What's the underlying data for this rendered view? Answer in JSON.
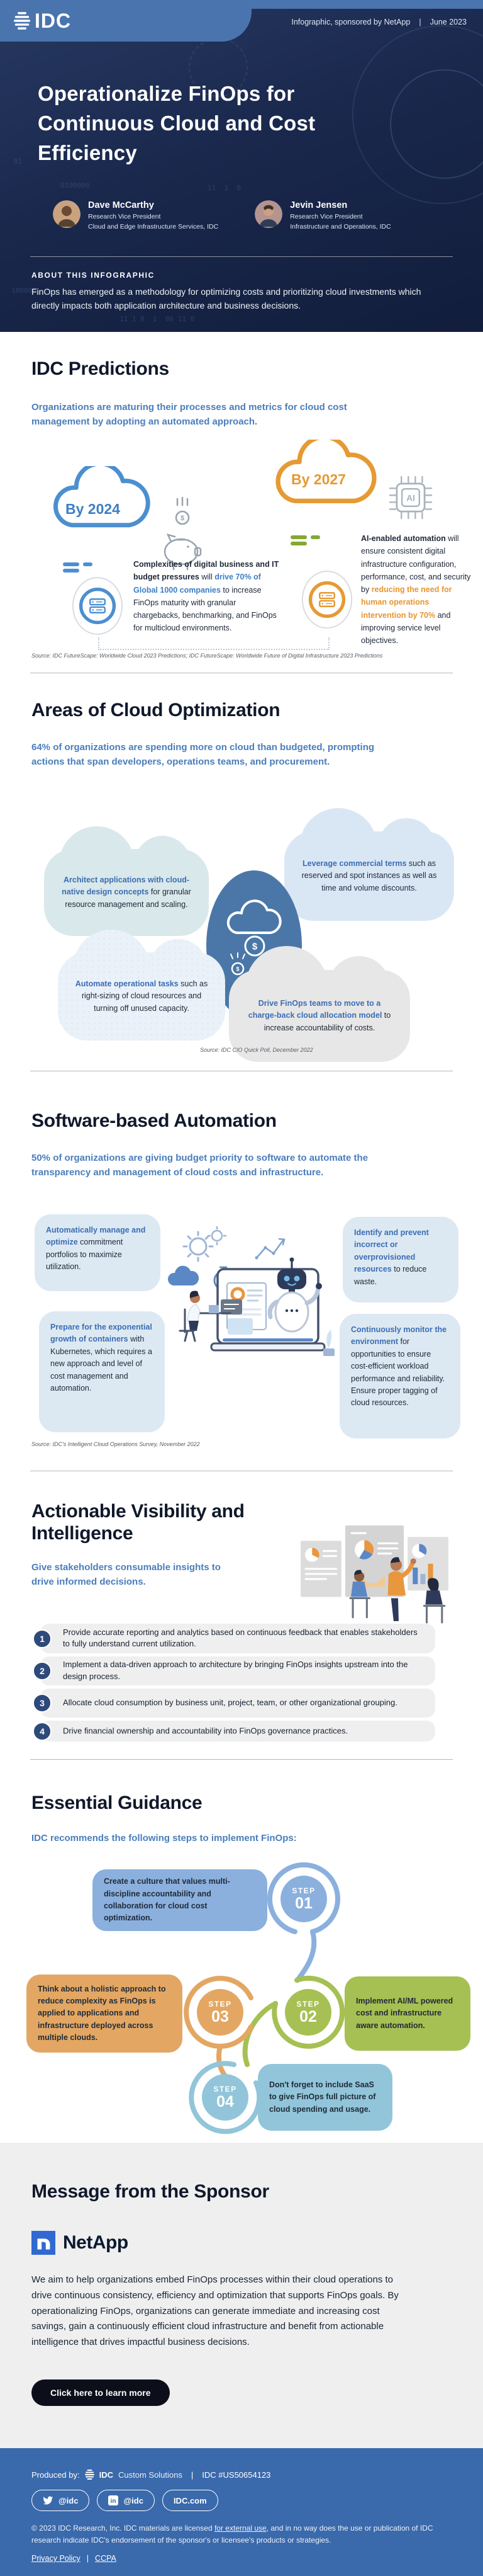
{
  "header": {
    "brand": "IDC",
    "meta": "Infographic, sponsored by NetApp",
    "sep": "|",
    "date": "June 2023"
  },
  "hero": {
    "title": "Operationalize FinOps for Continuous Cloud and Cost Efficiency",
    "authors": [
      {
        "name": "Dave McCarthy",
        "role1": "Research Vice President",
        "role2": "Cloud and Edge Infrastructure Services, IDC"
      },
      {
        "name": "Jevin Jensen",
        "role1": "Research Vice President",
        "role2": "Infrastructure and Operations, IDC"
      }
    ],
    "about_label": "ABOUT THIS INFOGRAPHIC",
    "about_text": "FinOps has emerged as a methodology for optimizing costs and prioritizing cloud investments which directly impacts both application architecture and business decisions."
  },
  "predictions": {
    "heading": "IDC Predictions",
    "subtitle": "Organizations are maturing their processes and metrics for cloud cost management by adopting an automated approach.",
    "chip_label": "AI",
    "by2024": {
      "label": "By 2024",
      "seg_bold": "Complexities of digital business and IT budget pressures",
      "seg_mid": " will ",
      "seg_blue": "drive 70% of Global 1000 companies",
      "seg_end": " to increase FinOps maturity with granular chargebacks, benchmarking, and FinOps for multicloud environments."
    },
    "by2027": {
      "label": "By 2027",
      "seg_bold": "AI-enabled automation",
      "seg_mid": " will ensure consistent digital infrastructure configuration, performance, cost, and security by ",
      "seg_orange": "reducing the need for human operations intervention by 70%",
      "seg_end": " and improving service level objectives."
    },
    "source": "Source: IDC FutureScape: Worldwide Cloud 2023 Predictions; IDC FutureScape: Worldwide Future of Digital Infrastructure 2023 Predictions"
  },
  "areas": {
    "heading": "Areas of Cloud Optimization",
    "subtitle": "64% of organizations are spending more on cloud than budgeted, prompting actions that span developers, operations teams, and procurement.",
    "bubbles": [
      {
        "lead": "Architect applications with cloud-native design concepts",
        "rest": " for granular resource management and scaling."
      },
      {
        "lead": "Leverage commercial terms",
        "rest": " such as reserved and spot instances as well as time and volume discounts."
      },
      {
        "lead": "Automate operational tasks",
        "rest": " such as right-sizing of cloud resources and turning off unused capacity."
      },
      {
        "lead": "Drive FinOps teams to move to a charge-back cloud allocation model",
        "rest": " to increase accountability of costs."
      }
    ],
    "source": "Source: IDC CIO Quick Poll, December 2022"
  },
  "automation": {
    "heading": "Software-based Automation",
    "subtitle": "50% of organizations are giving budget priority to software to automate the transparency and management of cloud costs and infrastructure.",
    "bubbles": [
      {
        "lead": "Automatically manage and optimize",
        "rest": " commitment portfolios to maximize utilization."
      },
      {
        "lead": "Identify and prevent incorrect or overprovisioned resources",
        "rest": " to reduce waste."
      },
      {
        "lead": "Prepare for the exponential growth of containers",
        "rest": " with Kubernetes, which requires a new approach and level of cost management and automation."
      },
      {
        "lead": "Continuously monitor the environment",
        "rest": " for opportunities to ensure cost-efficient workload performance and reliability. Ensure proper tagging of cloud resources."
      }
    ],
    "source": "Source: IDC's Intelligent Cloud Operations Survey, November 2022"
  },
  "visibility": {
    "heading": "Actionable Visibility and Intelligence",
    "subtitle": "Give stakeholders consumable insights to drive informed decisions.",
    "items": [
      {
        "num": "1",
        "text": "Provide accurate reporting and analytics based on continuous feedback that enables stakeholders to fully understand current utilization."
      },
      {
        "num": "2",
        "text": "Implement a data-driven approach to architecture by bringing FinOps insights upstream into the design process."
      },
      {
        "num": "3",
        "text": "Allocate cloud consumption by business unit, project, team, or other organizational grouping."
      },
      {
        "num": "4",
        "text": "Drive financial ownership and accountability into FinOps governance practices."
      }
    ]
  },
  "guidance": {
    "heading": "Essential Guidance",
    "subtitle": "IDC recommends the following steps to implement FinOps:",
    "step_label": "STEP",
    "steps": [
      {
        "num": "01",
        "text": "Create a culture that values multi-discipline accountability and collaboration for cloud cost optimization."
      },
      {
        "num": "02",
        "text": "Implement AI/ML powered cost and infrastructure aware automation."
      },
      {
        "num": "03",
        "text": "Think about a holistic approach to reduce complexity as FinOps is applied to applications and infrastructure deployed across multiple clouds."
      },
      {
        "num": "04",
        "text": "Don't forget to include SaaS to give FinOps full picture of cloud spending and usage."
      }
    ]
  },
  "sponsor": {
    "heading": "Message from the Sponsor",
    "brand": "NetApp",
    "body": "We aim to help organizations embed FinOps processes within their cloud operations to drive continuous consistency, efficiency and optimization that supports FinOps goals. By operationalizing FinOps, organizations can generate immediate and increasing cost savings, gain a continuously efficient cloud infrastructure and benefit from actionable intelligence that drives impactful business decisions.",
    "cta": "Click here to learn more"
  },
  "footer": {
    "produced_prefix": "Produced by:",
    "brand": "IDC",
    "brand_suffix": "Custom Solutions",
    "sep": "|",
    "doc_id": "IDC #US50654123",
    "links": [
      {
        "label": "@idc"
      },
      {
        "label": "@idc"
      },
      {
        "label": "IDC.com"
      }
    ],
    "copyright_pre": "© 2023 IDC Research, Inc. IDC materials are licensed ",
    "copyright_link": "for external use",
    "copyright_post": ", and in no way does the use or publication of IDC research indicate IDC's endorsement of the sponsor's or licensee's products or strategies.",
    "privacy": "Privacy Policy",
    "ccpa": "CCPA"
  }
}
